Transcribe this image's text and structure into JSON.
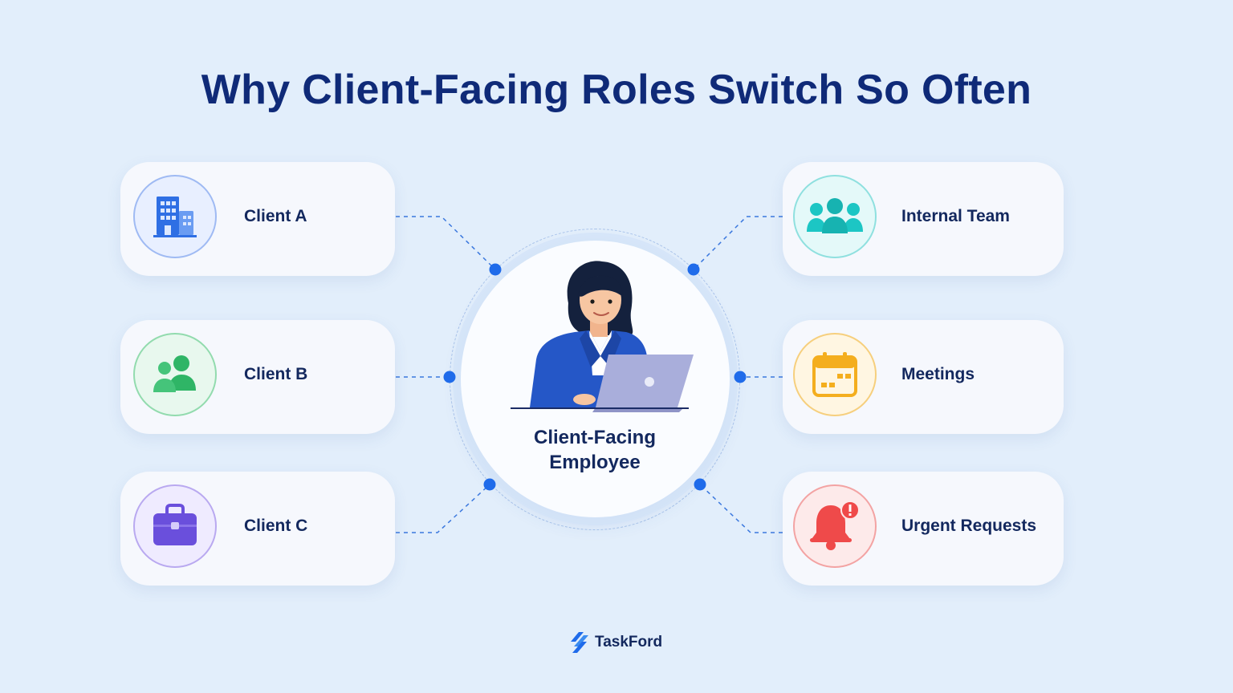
{
  "title": "Why Client-Facing Roles Switch So Often",
  "center": {
    "label_line1": "Client-Facing",
    "label_line2": "Employee"
  },
  "left_items": [
    {
      "label": "Client A",
      "icon": "office-building-icon",
      "color": "#2f6fe4"
    },
    {
      "label": "Client B",
      "icon": "users-group-icon",
      "color": "#2fb566"
    },
    {
      "label": "Client C",
      "icon": "briefcase-icon",
      "color": "#6a4fdc"
    }
  ],
  "right_items": [
    {
      "label": "Internal Team",
      "icon": "team-icon",
      "color": "#1cc6c4"
    },
    {
      "label": "Meetings",
      "icon": "calendar-icon",
      "color": "#f4ae1e"
    },
    {
      "label": "Urgent Requests",
      "icon": "bell-alert-icon",
      "color": "#ef4a4a"
    }
  ],
  "footer": {
    "brand": "TaskFord"
  },
  "colors": {
    "background": "#e2eefb",
    "title": "#0f2a78",
    "connector": "#1f6bea"
  }
}
